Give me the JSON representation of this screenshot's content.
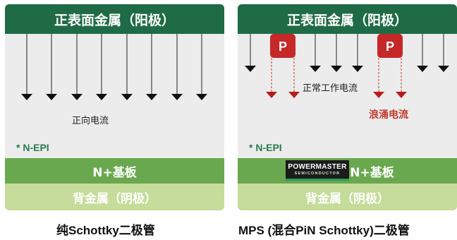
{
  "left": {
    "top_metal": "正表面金属（阳极）",
    "flow_label": "正向电流",
    "epi_label": "* N-EPI",
    "substrate": "N+基板",
    "back_metal": "背金属（阴极）",
    "caption": "纯Schottky二极管"
  },
  "right": {
    "top_metal": "正表面金属（阳极）",
    "p_region_label": "P",
    "normal_flow_label": "正常工作电流",
    "surge_label": "浪涌电流",
    "epi_label": "* N-EPI",
    "substrate": "N+基板",
    "back_metal": "背金属（阴极）",
    "logo_line1": "POWERMASTER",
    "logo_line2": "SEMICONDUCTOR",
    "caption": "MPS (混合PiN Schottky)二极管"
  },
  "colors": {
    "top_metal": "#1f6b45",
    "substrate": "#6aa84f",
    "back_metal": "#c5dc9a",
    "epi_bg": "#ececec",
    "p_region": "#c62828",
    "surge": "#c0392b"
  }
}
